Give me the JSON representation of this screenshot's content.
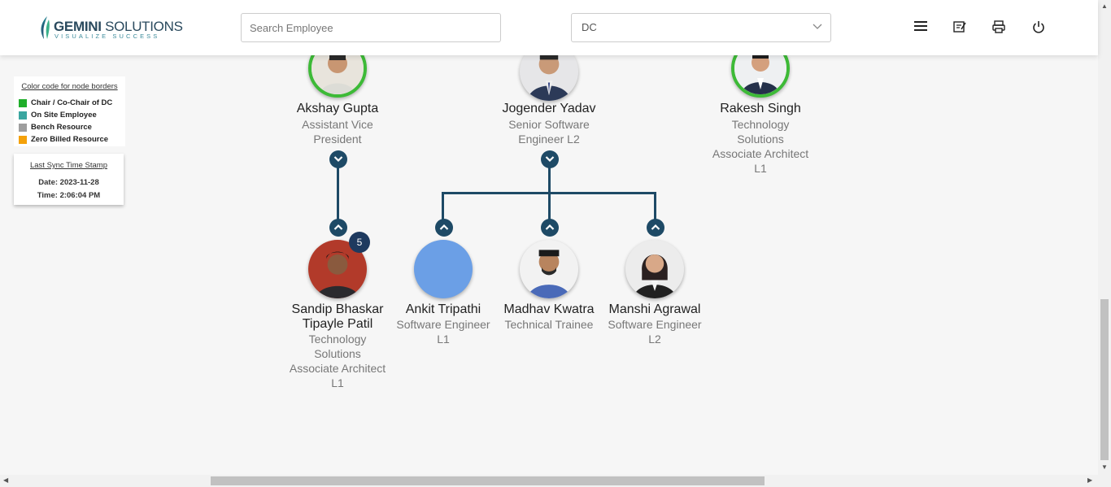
{
  "app": {
    "logo_brand_bold": "GEMINI",
    "logo_brand_rest": " SOLUTIONS",
    "logo_tagline": "VISUALIZE SUCCESS"
  },
  "header": {
    "search_placeholder": "Search Employee",
    "dept_selected": "DC"
  },
  "legend": {
    "title": "Color code for node borders",
    "items": [
      {
        "label": "Chair / Co-Chair of DC",
        "color": "#1fae2a"
      },
      {
        "label": "On Site Employee",
        "color": "#3aa6a0"
      },
      {
        "label": "Bench Resource",
        "color": "#9e9e9e"
      },
      {
        "label": "Zero Billed Resource",
        "color": "#f4a10a"
      }
    ]
  },
  "sync": {
    "title": "Last Sync Time Stamp",
    "date": "Date: 2023-11-28",
    "time": "Time: 2:06:04 PM"
  },
  "nodes": [
    {
      "name": "Akshay Gupta",
      "title": [
        "Assistant Vice",
        "President"
      ]
    },
    {
      "name": "Jogender Yadav",
      "title": [
        "Senior Software",
        "Engineer L2"
      ]
    },
    {
      "name": "Rakesh Singh",
      "title": [
        "Technology",
        "Solutions",
        "Associate Architect",
        "L1"
      ]
    },
    {
      "name": [
        "Sandip Bhaskar",
        "Tipayle Patil"
      ],
      "title": [
        "Technology",
        "Solutions",
        "Associate Architect",
        "L1"
      ],
      "badge": "5"
    },
    {
      "name": "Ankit Tripathi",
      "title": [
        "Software Engineer",
        "L1"
      ]
    },
    {
      "name": "Madhav Kwatra",
      "title": [
        "Technical Trainee"
      ]
    },
    {
      "name": "Manshi Agrawal",
      "title": [
        "Software Engineer",
        "L2"
      ]
    }
  ],
  "colors": {
    "chair_border": "#3dba37",
    "connector": "#1e4a66",
    "placeholder_avatar": "#6b9fe6"
  }
}
